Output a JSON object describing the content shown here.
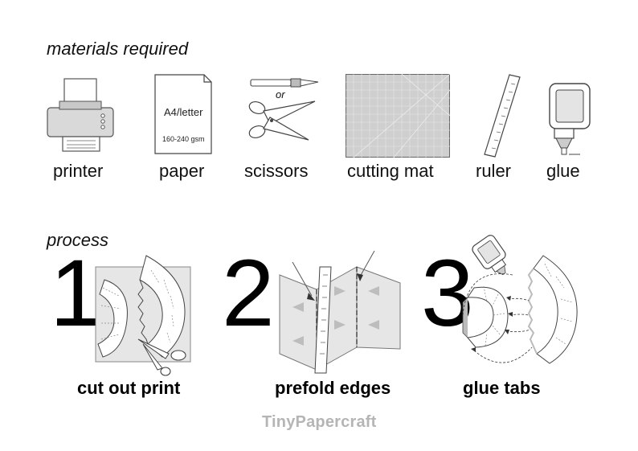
{
  "materials": {
    "title": "materials required",
    "items": [
      {
        "label": "printer",
        "icon": "printer-icon"
      },
      {
        "label": "paper",
        "icon": "paper-sheet-icon",
        "size": "A4/letter",
        "weight": "160-240 gsm"
      },
      {
        "label": "scissors",
        "icon": "scissors-icon",
        "alt": "or"
      },
      {
        "label": "cutting mat",
        "icon": "cutting-mat-icon"
      },
      {
        "label": "ruler",
        "icon": "ruler-icon"
      },
      {
        "label": "glue",
        "icon": "glue-bottle-icon"
      }
    ]
  },
  "process": {
    "title": "process",
    "steps": [
      {
        "number": "1",
        "label": "cut out print",
        "icon": "cut-out-print-illustration"
      },
      {
        "number": "2",
        "label": "prefold edges",
        "icon": "prefold-edges-illustration"
      },
      {
        "number": "3",
        "label": "glue tabs",
        "icon": "glue-tabs-illustration"
      }
    ]
  },
  "brand": {
    "name": "TinyPapercraft"
  },
  "colors": {
    "ink": "#111111",
    "panel": "#e6e6e6",
    "brand": "#b5b5b5"
  }
}
